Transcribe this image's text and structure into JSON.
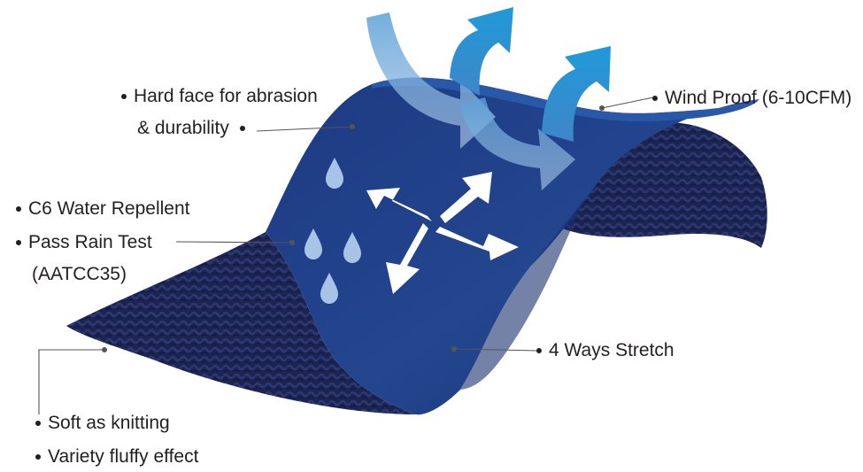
{
  "labels": {
    "hard_face_line1": "Hard face for abrasion",
    "hard_face_line2": "& durability",
    "wind_proof": "Wind Proof (6-10CFM)",
    "water_repellent": "C6 Water Repellent",
    "rain_test_line1": "Pass Rain Test",
    "rain_test_line2": "(AATCC35)",
    "stretch": "4 Ways Stretch",
    "soft_knitting": "Soft as knitting",
    "fluffy_effect": "Variety fluffy effect"
  },
  "colors": {
    "fabric_face": "#1f3f86",
    "fabric_edge": "#142b66",
    "knit_back": "#1c2452",
    "knit_texture": "#2c3670",
    "arrow_blue": "#1e88cc",
    "arrow_light": "#8fb5dd",
    "droplet": "#a7c4e6",
    "stretch_arrow": "#ffffff",
    "text": "#231f20",
    "leader_line": "#555555"
  },
  "icons": {
    "airflow": "airflow-arrows-icon",
    "droplets": "water-droplet-icon",
    "stretch": "four-way-arrows-icon"
  }
}
